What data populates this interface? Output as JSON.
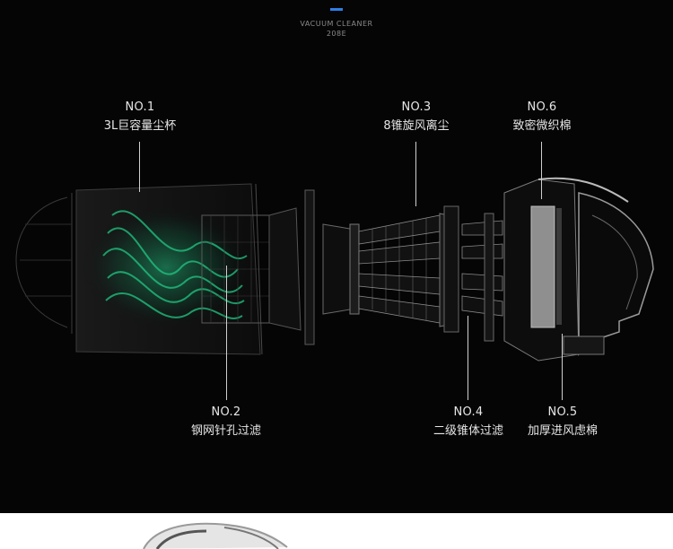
{
  "header": {
    "product_line1": "VACUUM CLEANER",
    "product_line2": "208E",
    "accent_color": "#2e7fe6"
  },
  "callouts": [
    {
      "number": "NO.1",
      "desc": "3L巨容量尘杯"
    },
    {
      "number": "NO.2",
      "desc": "钢网针孔过滤"
    },
    {
      "number": "NO.3",
      "desc": "8锥旋风离尘"
    },
    {
      "number": "NO.4",
      "desc": "二级锥体过滤"
    },
    {
      "number": "NO.5",
      "desc": "加厚进风虑棉"
    },
    {
      "number": "NO.6",
      "desc": "致密微织棉"
    }
  ],
  "colors": {
    "background": "#050505",
    "airflow_glow": "#1fb57a",
    "text": "#e6e6e6",
    "lower_panel": "#ffffff"
  },
  "icons": [
    "exploded-vacuum-illustration",
    "cyclone-airflow-swirl",
    "cone-filter-array",
    "motor-handle-unit"
  ]
}
